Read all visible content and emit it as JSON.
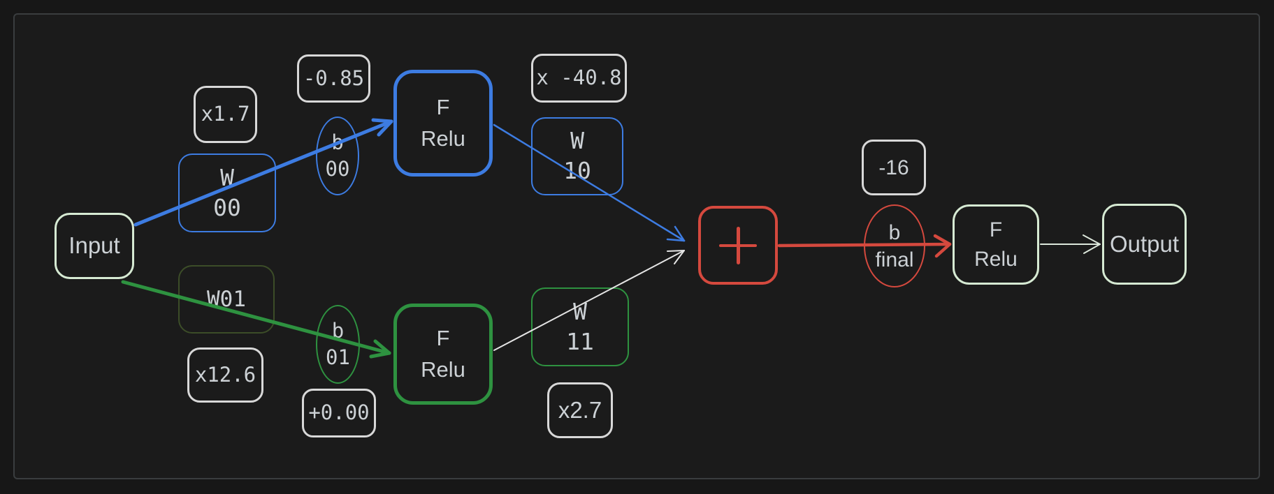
{
  "diagram": {
    "title_hint": "neural-network forward pass sketch",
    "colors": {
      "background": "#171717",
      "canvas_background": "#1b1b1b",
      "canvas_border": "#3a3d3f",
      "blue": "#3d7ce2",
      "green": "#2e9240",
      "light_green": "#d6ead3",
      "dark_green": "#3c4d28",
      "red": "#d5493e",
      "white_box": "#d8d8d8",
      "arrow_white": "#e4e4e4",
      "arrow_pale_green": "#dde8dc",
      "text": "#ccd1d5"
    },
    "nodes": {
      "input": {
        "label": "Input"
      },
      "mult00": {
        "label": "x1.7"
      },
      "w00": {
        "line1": "W",
        "line2": "00"
      },
      "bias00_value": {
        "label": "-0.85"
      },
      "b00": {
        "line1": "b",
        "line2": "00"
      },
      "relu_top": {
        "line1": "F",
        "line2": "Relu"
      },
      "mult10": {
        "label": "x -40.8"
      },
      "w10": {
        "line1": "W",
        "line2": "10"
      },
      "w01": {
        "label": "W01"
      },
      "mult01": {
        "label": "x12.6"
      },
      "b01": {
        "line1": "b",
        "line2": "01"
      },
      "bias01_value": {
        "label": "+0.00"
      },
      "relu_bottom": {
        "line1": "F",
        "line2": "Relu"
      },
      "w11": {
        "line1": "W",
        "line2": "11"
      },
      "mult11": {
        "label": "x2.7"
      },
      "sum": {
        "label": "+"
      },
      "bias_final_value": {
        "label": "-16"
      },
      "b_final": {
        "line1": "b",
        "line2": "final"
      },
      "relu_final": {
        "line1": "F",
        "line2": "Relu"
      },
      "output": {
        "label": "Output"
      }
    },
    "edges": [
      {
        "from": "Input",
        "to": "F Relu (top)",
        "color": "blue"
      },
      {
        "from": "F Relu (top)",
        "to": "+",
        "color": "blue"
      },
      {
        "from": "Input",
        "to": "F Relu (bottom)",
        "color": "green"
      },
      {
        "from": "F Relu (bottom)",
        "to": "+",
        "color": "white"
      },
      {
        "from": "+",
        "to": "F Relu (final)",
        "color": "red"
      },
      {
        "from": "F Relu (final)",
        "to": "Output",
        "color": "pale-green"
      }
    ]
  }
}
